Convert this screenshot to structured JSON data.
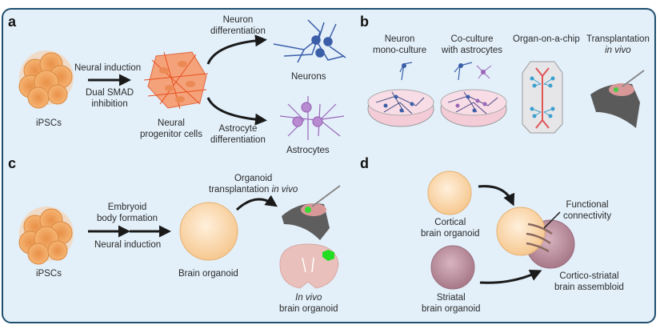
{
  "figure": {
    "colors": {
      "background": "#e3f0fa",
      "border": "#1f4e6e",
      "ipsc": "#f2a25a",
      "npc": "#f4a27a",
      "neuron": "#3a5ea8",
      "astrocyte": "#9a66b8",
      "cortical_organoid": "#fbd9ae",
      "striatal_organoid": "#b88c9b",
      "organoid_highlight": "#22dd22"
    },
    "panels": {
      "a": {
        "letter": "a",
        "ipscs": "iPSCs",
        "arrow_top": "Neural induction",
        "arrow_bottom_1": "Dual SMAD",
        "arrow_bottom_2": "inhibition",
        "npc_1": "Neural",
        "npc_2": "progenitor cells",
        "neuron_diff_1": "Neuron",
        "neuron_diff_2": "differentiation",
        "astro_diff_1": "Astrocyte",
        "astro_diff_2": "differentiation",
        "neurons": "Neurons",
        "astrocytes": "Astrocytes"
      },
      "b": {
        "letter": "b",
        "mono_1": "Neuron",
        "mono_2": "mono-culture",
        "co_1": "Co-culture",
        "co_2": "with astrocytes",
        "chip": "Organ-on-a-chip",
        "transplant_1": "Transplantation",
        "transplant_2": "in vivo"
      },
      "c": {
        "letter": "c",
        "ipscs": "iPSCs",
        "arrow_top_1": "Embryoid",
        "arrow_top_2": "body formation",
        "arrow_bottom": "Neural induction",
        "organoid": "Brain organoid",
        "transplant_1": "Organoid",
        "transplant_2": "transplantation ",
        "transplant_2_italic": "in vivo",
        "invivo_1": "In vivo",
        "invivo_2": "brain organoid"
      },
      "d": {
        "letter": "d",
        "cortical_1": "Cortical",
        "cortical_2": "brain organoid",
        "striatal_1": "Striatal",
        "striatal_2": "brain organoid",
        "functional_1": "Functional",
        "functional_2": "connectivity",
        "assembloid_1": "Cortico-striatal",
        "assembloid_2": "brain assembloid"
      }
    }
  }
}
